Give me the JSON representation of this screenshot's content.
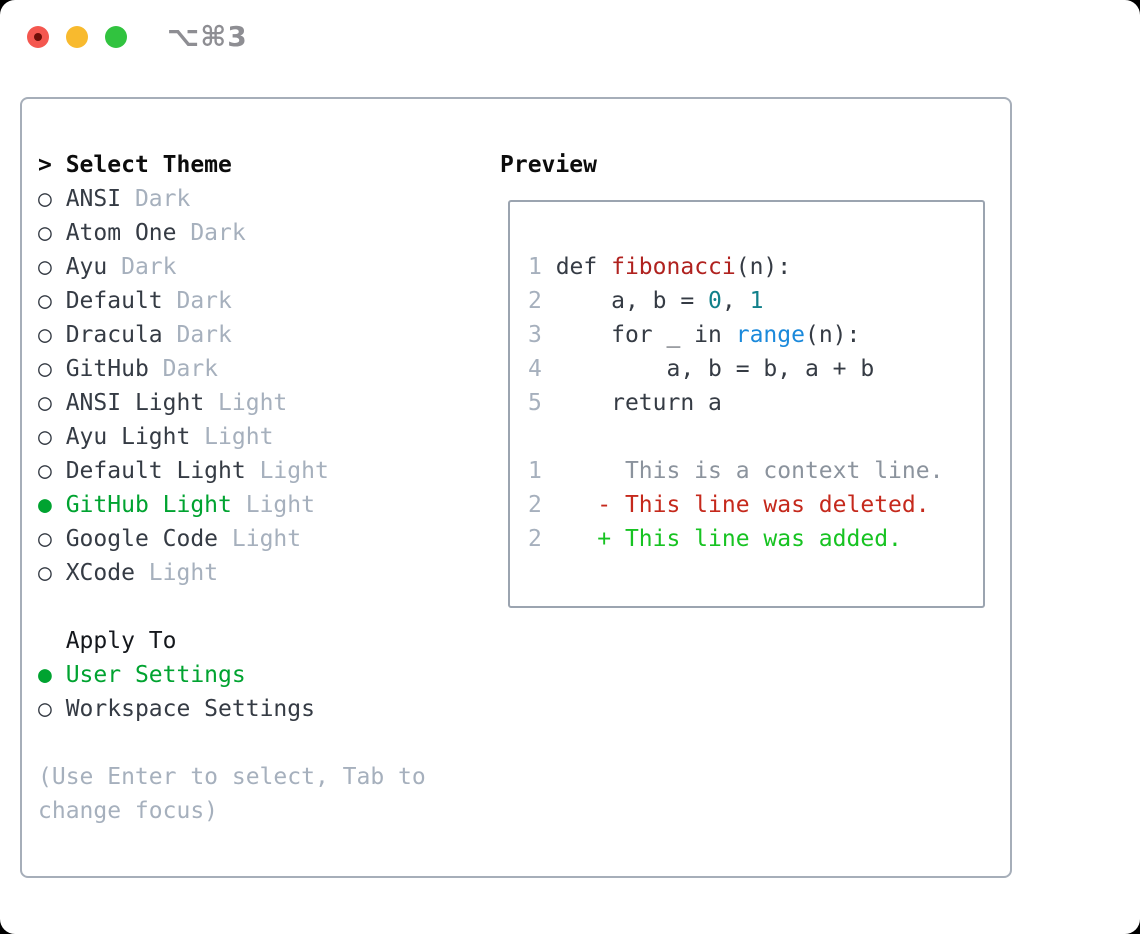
{
  "window": {
    "title": "⌥⌘3",
    "traffic_lights": {
      "close": "close",
      "minimize": "minimize",
      "zoom": "zoom"
    }
  },
  "colors": {
    "accent_green": "#00a330",
    "item_text": "#353b44",
    "muted_text": "#a6b0bd",
    "context_text": "#8b939d",
    "syntax_function_red": "#b0221f",
    "syntax_number_teal": "#11808a",
    "syntax_builtin_blue": "#1a89db",
    "diff_deleted_red": "#c5291c",
    "diff_added_green": "#17c322",
    "panel_border": "#a6aeb9",
    "preview_border": "#9ba4b0",
    "traffic_red": "#f4574f",
    "traffic_yellow": "#f8ba2e",
    "traffic_green": "#31c33f",
    "title_gray": "#8e8e93"
  },
  "theme_picker": {
    "prompt": "> ",
    "title": "Select Theme",
    "radio_selected": "● ",
    "radio_unselected": "○ ",
    "items": [
      {
        "name": "ANSI",
        "variant": " Dark",
        "selected": false
      },
      {
        "name": "Atom One",
        "variant": " Dark",
        "selected": false
      },
      {
        "name": "Ayu",
        "variant": " Dark",
        "selected": false
      },
      {
        "name": "Default",
        "variant": " Dark",
        "selected": false
      },
      {
        "name": "Dracula",
        "variant": " Dark",
        "selected": false
      },
      {
        "name": "GitHub",
        "variant": " Dark",
        "selected": false
      },
      {
        "name": "ANSI Light",
        "variant": " Light",
        "selected": false
      },
      {
        "name": "Ayu Light",
        "variant": " Light",
        "selected": false
      },
      {
        "name": "Default Light",
        "variant": " Light",
        "selected": false
      },
      {
        "name": "GitHub Light",
        "variant": " Light",
        "selected": true
      },
      {
        "name": "Google Code",
        "variant": " Light",
        "selected": false
      },
      {
        "name": "XCode",
        "variant": " Light",
        "selected": false
      }
    ],
    "apply_to": {
      "title": "Apply To",
      "items": [
        {
          "label": "User Settings",
          "selected": true
        },
        {
          "label": "Workspace Settings",
          "selected": false
        }
      ]
    },
    "hint_lines": [
      "(Use Enter to select, Tab to",
      "change focus)"
    ]
  },
  "preview": {
    "title": "Preview",
    "lines": [
      {
        "segments": [
          {
            "text": "1",
            "style": "ln"
          },
          {
            "text": " def ",
            "style": "code"
          },
          {
            "text": "fibonacci",
            "style": "fn"
          },
          {
            "text": "(n):",
            "style": "code"
          }
        ]
      },
      {
        "segments": [
          {
            "text": "2",
            "style": "ln"
          },
          {
            "text": "     a, b = ",
            "style": "code"
          },
          {
            "text": "0",
            "style": "num"
          },
          {
            "text": ", ",
            "style": "code"
          },
          {
            "text": "1",
            "style": "num"
          }
        ]
      },
      {
        "segments": [
          {
            "text": "3",
            "style": "ln"
          },
          {
            "text": "     for _ in ",
            "style": "code"
          },
          {
            "text": "range",
            "style": "builtin"
          },
          {
            "text": "(n):",
            "style": "code"
          }
        ]
      },
      {
        "segments": [
          {
            "text": "4",
            "style": "ln"
          },
          {
            "text": "         a, b = b, a + b",
            "style": "code"
          }
        ]
      },
      {
        "segments": [
          {
            "text": "5",
            "style": "ln"
          },
          {
            "text": "     return a",
            "style": "code"
          }
        ]
      },
      {
        "segments": []
      },
      {
        "segments": [
          {
            "text": "1",
            "style": "ln"
          },
          {
            "text": "      This is a context line.",
            "style": "ctx"
          }
        ]
      },
      {
        "segments": [
          {
            "text": "2",
            "style": "ln"
          },
          {
            "text": "    - This line was deleted.",
            "style": "del"
          }
        ]
      },
      {
        "segments": [
          {
            "text": "2",
            "style": "ln"
          },
          {
            "text": "    + This line was added.",
            "style": "add"
          }
        ]
      }
    ]
  }
}
